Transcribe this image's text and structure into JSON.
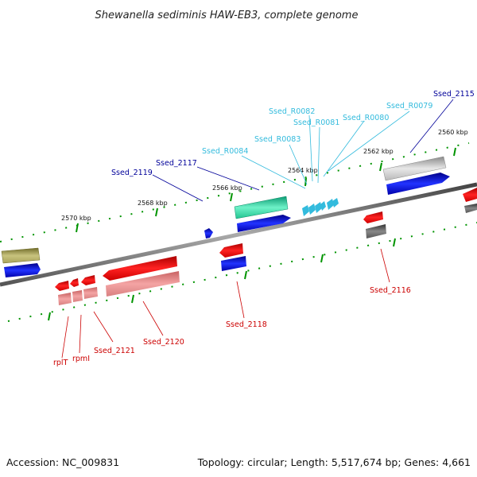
{
  "title": "Shewanella sediminis HAW-EB3, complete genome",
  "footer": {
    "accession": "Accession: NC_009831",
    "summary": "Topology: circular; Length: 5,517,674 bp; Genes: 4,661"
  },
  "colors": {
    "backbone": "#7f7f7f",
    "tick": "#009400",
    "forward_label": "#000099",
    "reverse_label": "#cc0000",
    "rna_label": "#33bbdd"
  },
  "kbp_labels": [
    "2570 kbp",
    "2568 kbp",
    "2566 kbp",
    "2564 kbp",
    "2562 kbp",
    "2560 kbp"
  ],
  "gene_labels": {
    "forward": [
      "Ssed_2119",
      "Ssed_2117",
      "Ssed_2115"
    ],
    "rna": [
      "Ssed_R0084",
      "Ssed_R0083",
      "Ssed_R0082",
      "Ssed_R0081",
      "Ssed_R0080",
      "Ssed_R0079"
    ],
    "reverse": [
      "rplT",
      "rpmI",
      "Ssed_2121",
      "Ssed_2120",
      "Ssed_2118",
      "Ssed_2116"
    ]
  }
}
